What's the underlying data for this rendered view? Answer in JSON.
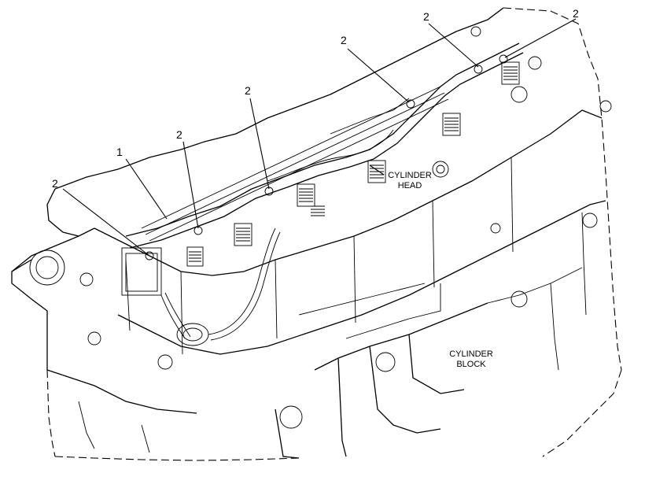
{
  "callouts": {
    "item_1": "1",
    "item_2": "2"
  },
  "labels": {
    "cylinder_head_line1": "CYLINDER",
    "cylinder_head_line2": "HEAD",
    "cylinder_block_line1": "CYLINDER",
    "cylinder_block_line2": "BLOCK"
  }
}
